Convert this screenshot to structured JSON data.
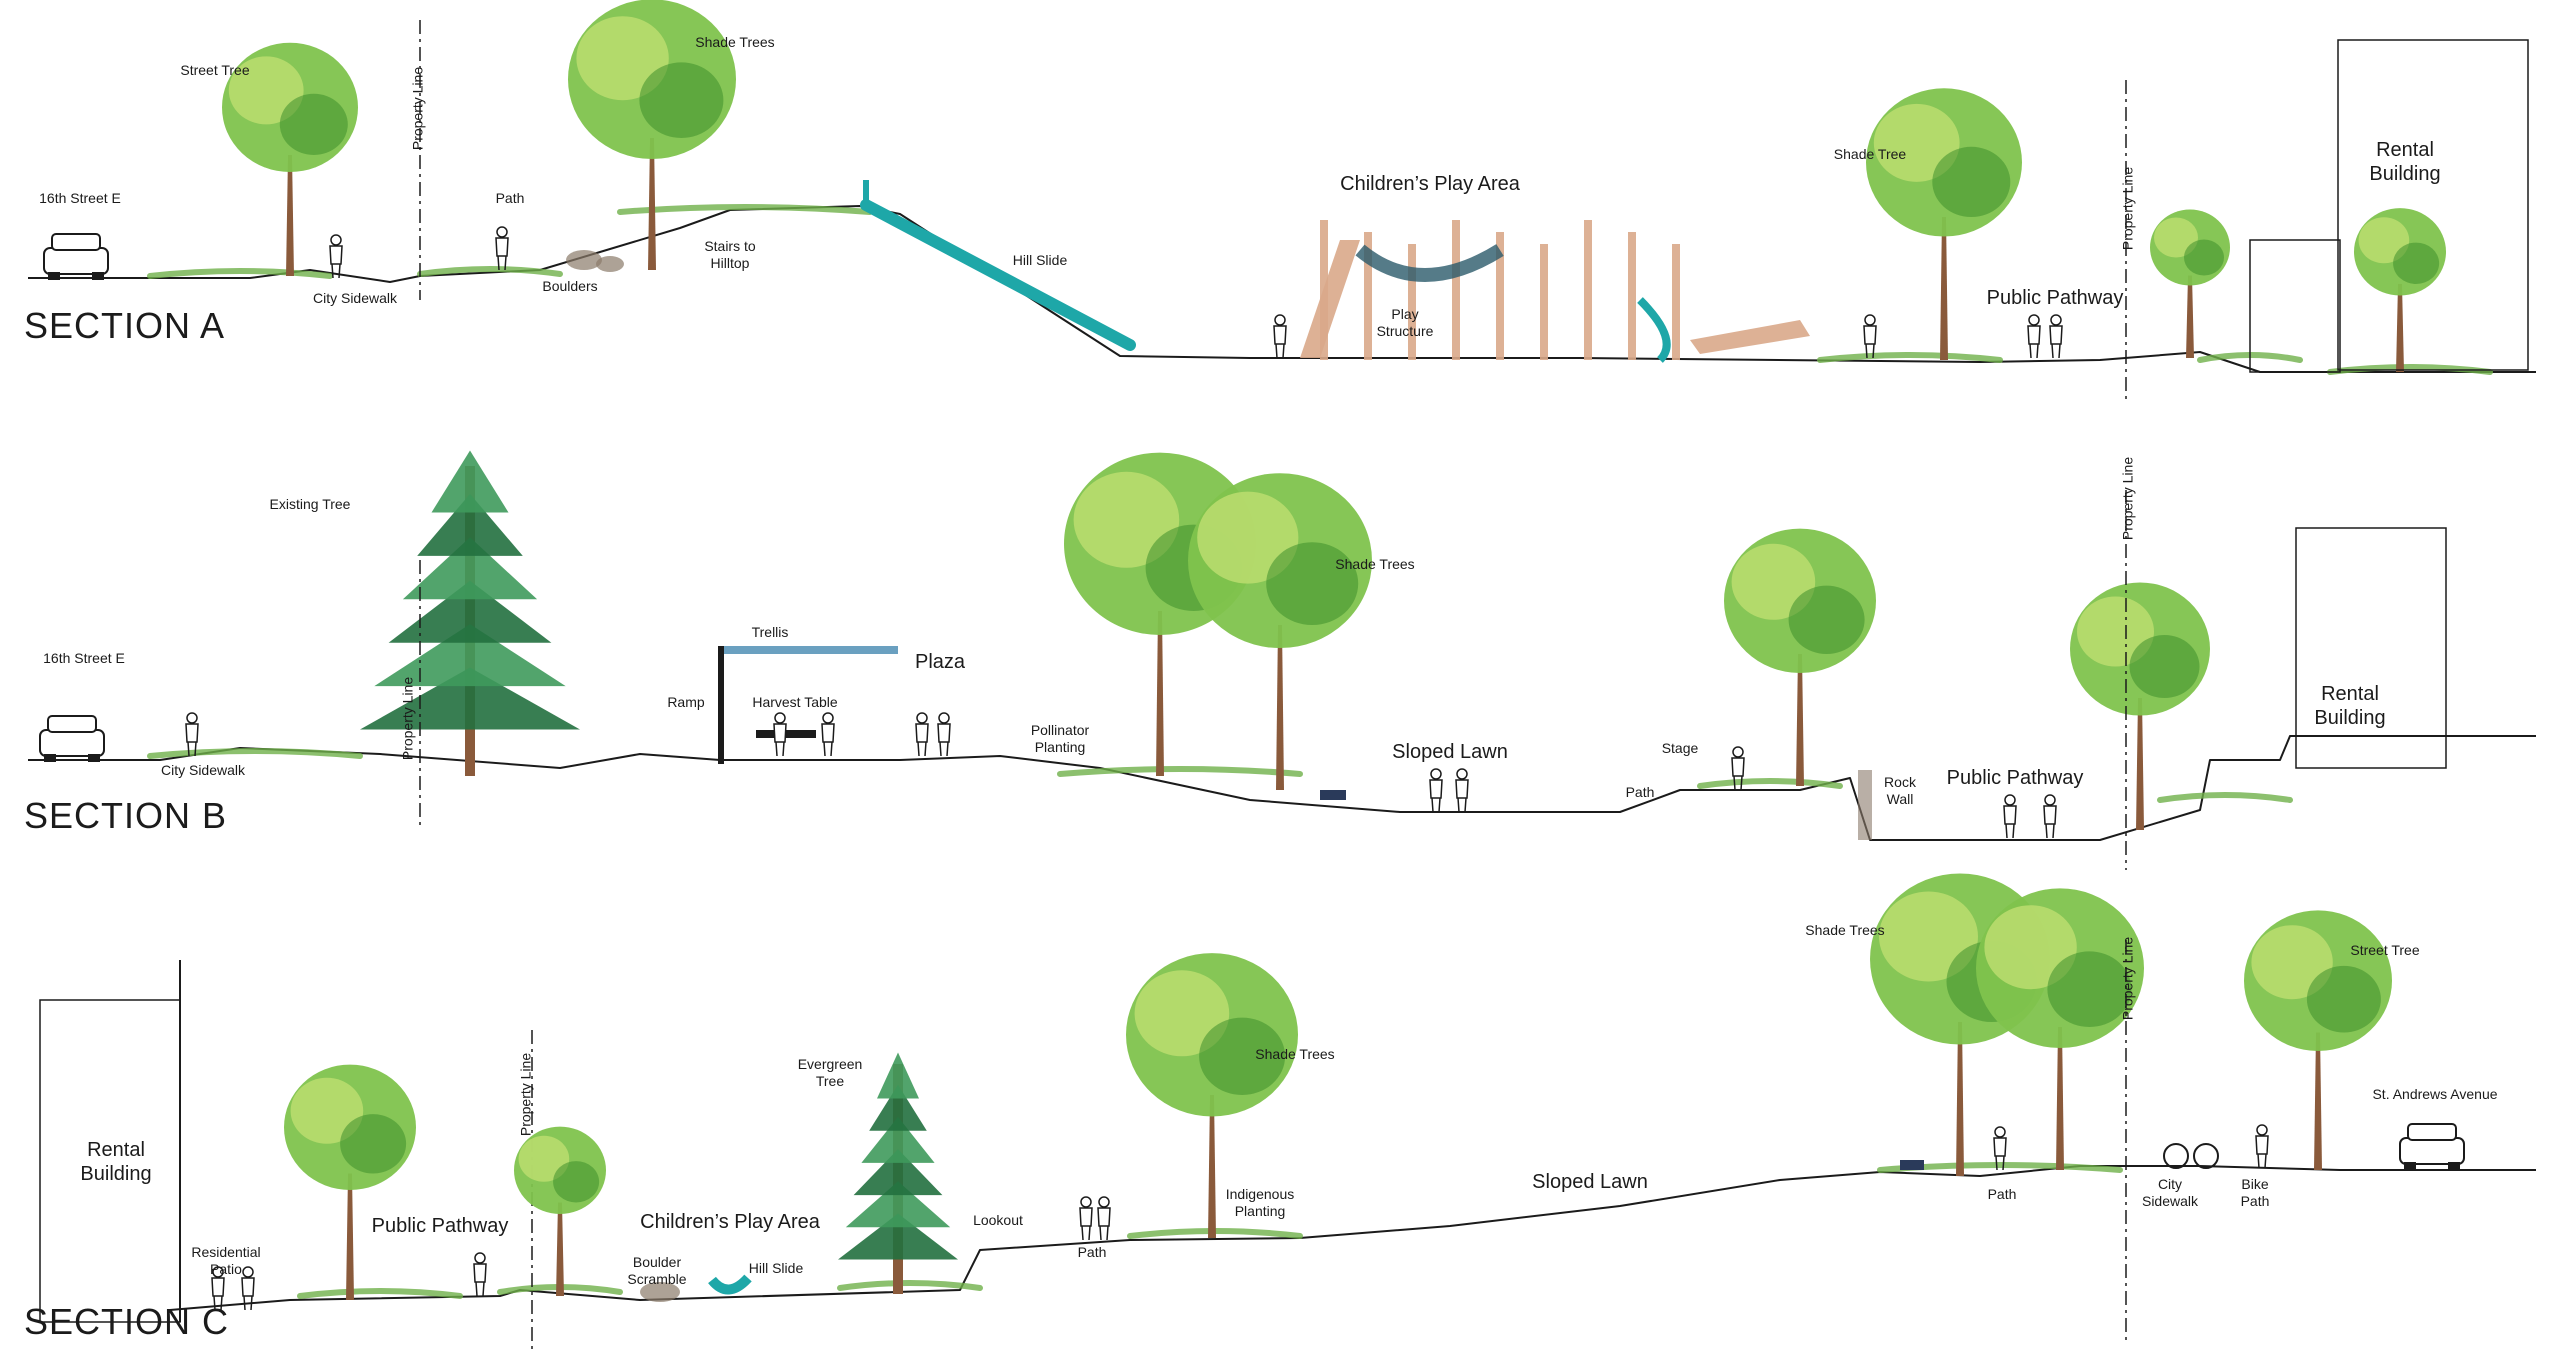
{
  "colors": {
    "tree_light": "#b8db6e",
    "tree_mid": "#7fc34d",
    "tree_dark": "#3e8f2c",
    "conifer": "#3f9a5c",
    "conifer_dark": "#22703f",
    "trunk": "#8a5a3b",
    "play_wood": "#d9a98a",
    "slide_teal": "#1ea7a8",
    "ink": "#1b1b1b",
    "grass": "#6fb04a",
    "rock": "#8a7a6a"
  },
  "sections": [
    {
      "id": "A",
      "title": "SECTION A",
      "labels": {
        "street": "16th Street E",
        "street_tree": "Street Tree",
        "property_line_1": "Property Line",
        "city_sidewalk": "City Sidewalk",
        "path": "Path",
        "shade_trees": "Shade Trees",
        "boulders": "Boulders",
        "stairs": "Stairs to\nHilltop",
        "hill_slide": "Hill Slide",
        "play_area": "Children’s Play Area",
        "play_structure": "Play\nStructure",
        "shade_tree": "Shade Tree",
        "public_pathway": "Public Pathway",
        "property_line_2": "Property Line",
        "rental_building": "Rental\nBuilding"
      }
    },
    {
      "id": "B",
      "title": "SECTION B",
      "labels": {
        "street": "16th Street E",
        "existing_tree": "Existing Tree",
        "property_line_1": "Property Line",
        "city_sidewalk": "City Sidewalk",
        "ramp": "Ramp",
        "trellis": "Trellis",
        "harvest_table": "Harvest Table",
        "plaza": "Plaza",
        "pollinator": "Pollinator\nPlanting",
        "shade_trees": "Shade Trees",
        "sloped_lawn": "Sloped Lawn",
        "path": "Path",
        "stage": "Stage",
        "rock_wall": "Rock\nWall",
        "public_pathway": "Public Pathway",
        "property_line_2": "Property Line",
        "rental_building": "Rental\nBuilding"
      }
    },
    {
      "id": "C",
      "title": "SECTION C",
      "labels": {
        "rental_building": "Rental\nBuilding",
        "residential_patio": "Residential\nPatio",
        "public_pathway": "Public Pathway",
        "property_line_1": "Property Line",
        "play_area": "Children’s Play Area",
        "boulder_scramble": "Boulder\nScramble",
        "hill_slide": "Hill Slide",
        "evergreen_tree": "Evergreen\nTree",
        "lookout": "Lookout",
        "path_1": "Path",
        "shade_trees_1": "Shade Trees",
        "indigenous": "Indigenous\nPlanting",
        "sloped_lawn": "Sloped Lawn",
        "shade_trees_2": "Shade Trees",
        "path_2": "Path",
        "property_line_2": "Property Line",
        "city_sidewalk": "City\nSidewalk",
        "bike_path": "Bike\nPath",
        "street_tree": "Street Tree",
        "street": "St. Andrews Avenue"
      }
    }
  ]
}
